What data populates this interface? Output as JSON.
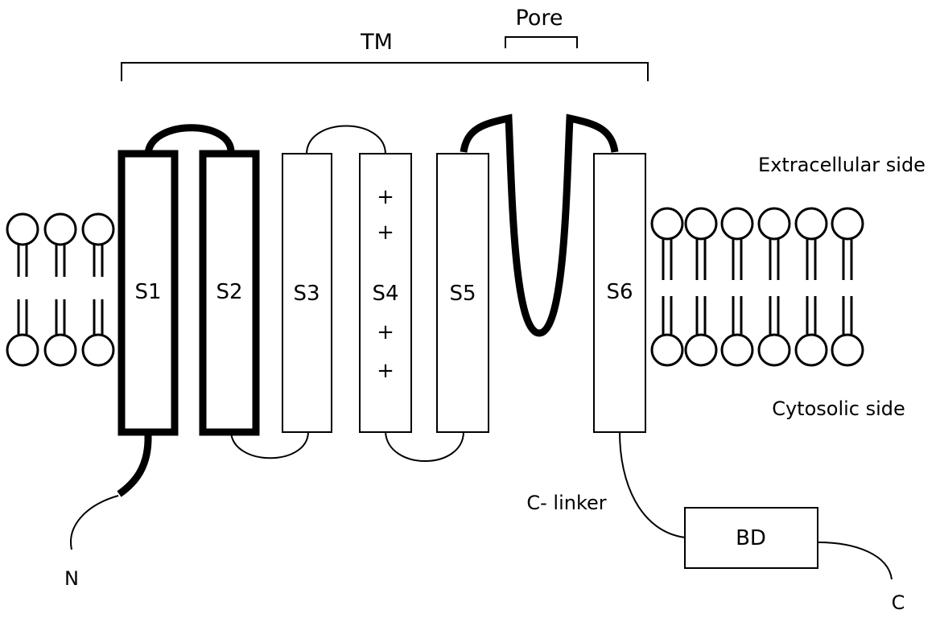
{
  "brackets": {
    "tm_label": "TM",
    "pore_label": "Pore"
  },
  "segments": [
    {
      "id": "S1",
      "label": "S1",
      "bold": true
    },
    {
      "id": "S2",
      "label": "S2",
      "bold": true
    },
    {
      "id": "S3",
      "label": "S3",
      "bold": false
    },
    {
      "id": "S4",
      "label": "S4",
      "bold": false,
      "charges": [
        "+",
        "+",
        "+",
        "+"
      ]
    },
    {
      "id": "S5",
      "label": "S5",
      "bold": false
    },
    {
      "id": "S6",
      "label": "S6",
      "bold": false
    }
  ],
  "sides": {
    "extracellular": "Extracellular side",
    "cytosolic": "Cytosolic side"
  },
  "termini": {
    "n": "N",
    "c": "C"
  },
  "c_linker": "C- linker",
  "binding_domain": "BD",
  "colors": {
    "line": "#000000",
    "background": "#ffffff"
  }
}
